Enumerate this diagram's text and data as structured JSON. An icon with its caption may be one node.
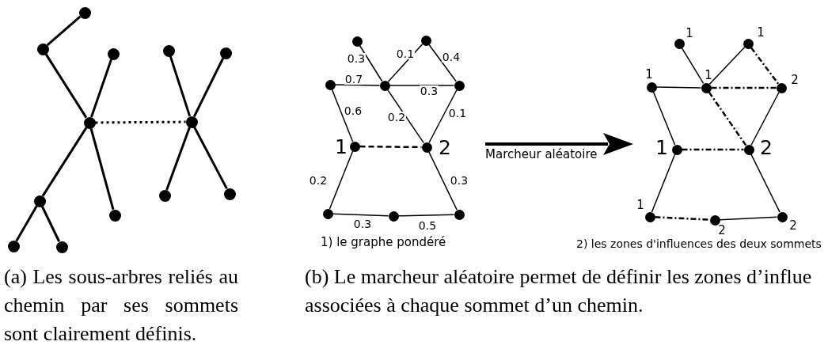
{
  "diagram": {
    "nodes": [
      {
        "text": [],
        "shape": "circle"
      },
      {
        "text": [],
        "shape": "circle"
      },
      {
        "text": [],
        "shape": "circle"
      },
      {
        "text": [],
        "shape": "circle"
      },
      {
        "text": [],
        "shape": "circle"
      },
      {
        "text": [],
        "shape": "circle"
      },
      {
        "text": [],
        "shape": "circle"
      },
      {
        "text": [],
        "shape": "circle"
      },
      {
        "text": [],
        "shape": "circle"
      },
      {
        "text": [],
        "shape": "circle"
      },
      {
        "text": [],
        "shape": "circle"
      },
      {
        "text": [],
        "shape": "circle"
      },
      {
        "text": [],
        "shape": "circle"
      },
      {
        "text": [],
        "shape": "circle"
      },
      {
        "text": [],
        "shape": "circle"
      },
      {
        "text": [],
        "shape": "circle"
      },
      {
        "text": [],
        "shape": "circle"
      },
      {
        "text": [],
        "shape": "circle"
      },
      {
        "text": [],
        "shape": "circle",
        "beside": [
          "1"
        ]
      },
      {
        "text": [],
        "shape": "circle",
        "beside": [
          "2"
        ]
      },
      {
        "text": [],
        "shape": "circle"
      },
      {
        "text": [],
        "shape": "circle"
      },
      {
        "text": [],
        "shape": "circle"
      },
      {
        "text": [],
        "shape": "circle",
        "beside": [
          "1"
        ]
      },
      {
        "text": [],
        "shape": "circle",
        "beside": [
          "1"
        ]
      },
      {
        "text": [],
        "shape": "circle",
        "beside": [
          "1"
        ]
      },
      {
        "text": [],
        "shape": "circle",
        "beside": [
          "1"
        ]
      },
      {
        "text": [],
        "shape": "circle",
        "beside": [
          "2"
        ]
      },
      {
        "text": [],
        "shape": "circle",
        "beside": [
          "1"
        ]
      },
      {
        "text": [],
        "shape": "circle",
        "beside": [
          "2"
        ]
      },
      {
        "text": [],
        "shape": "circle",
        "beside": [
          "1"
        ]
      },
      {
        "text": [],
        "shape": "circle",
        "beside": [
          "2"
        ]
      },
      {
        "text": [],
        "shape": "circle",
        "beside": [
          "2"
        ]
      }
    ],
    "edges": [
      {
        "from": 0,
        "to": 1,
        "arrow": "none"
      },
      {
        "from": 1,
        "to": 3,
        "arrow": "none"
      },
      {
        "from": 2,
        "to": 3,
        "arrow": "none"
      },
      {
        "from": 3,
        "to": 4,
        "arrow": "none"
      },
      {
        "from": 3,
        "to": 5,
        "arrow": "none"
      },
      {
        "from": 5,
        "to": 6,
        "arrow": "none"
      },
      {
        "from": 5,
        "to": 7,
        "arrow": "none"
      },
      {
        "from": 3,
        "to": 10,
        "arrow": "none",
        "style": "dashed"
      },
      {
        "from": 8,
        "to": 10,
        "arrow": "none"
      },
      {
        "from": 9,
        "to": 10,
        "arrow": "none"
      },
      {
        "from": 10,
        "to": 11,
        "arrow": "none"
      },
      {
        "from": 10,
        "to": 12,
        "arrow": "none"
      },
      {
        "from": 13,
        "to": 16,
        "arrow": "none",
        "label": "0.3"
      },
      {
        "from": 16,
        "to": 14,
        "arrow": "none",
        "label": "0.1"
      },
      {
        "from": 14,
        "to": 17,
        "arrow": "none",
        "label": "0.4"
      },
      {
        "from": 15,
        "to": 16,
        "arrow": "none",
        "label": "0.7"
      },
      {
        "from": 16,
        "to": 17,
        "arrow": "none",
        "label": "0.3"
      },
      {
        "from": 15,
        "to": 18,
        "arrow": "none",
        "label": "0.6"
      },
      {
        "from": 16,
        "to": 19,
        "arrow": "none",
        "label": "0.2"
      },
      {
        "from": 17,
        "to": 19,
        "arrow": "none",
        "label": "0.1"
      },
      {
        "from": 18,
        "to": 19,
        "arrow": "none",
        "style": "dashed"
      },
      {
        "from": 18,
        "to": 20,
        "arrow": "none",
        "label": "0.2"
      },
      {
        "from": 19,
        "to": 22,
        "arrow": "none",
        "label": "0.3"
      },
      {
        "from": 20,
        "to": 21,
        "arrow": "none",
        "label": "0.3"
      },
      {
        "from": 21,
        "to": 22,
        "arrow": "none",
        "label": "0.5"
      },
      {
        "from": 23,
        "to": 26,
        "arrow": "none"
      },
      {
        "from": 26,
        "to": 24,
        "arrow": "none"
      },
      {
        "from": 24,
        "to": 27,
        "arrow": "none",
        "style": "dashed"
      },
      {
        "from": 25,
        "to": 26,
        "arrow": "none"
      },
      {
        "from": 26,
        "to": 27,
        "arrow": "none",
        "style": "dashed"
      },
      {
        "from": 25,
        "to": 28,
        "arrow": "none"
      },
      {
        "from": 26,
        "to": 29,
        "arrow": "none",
        "style": "dashed"
      },
      {
        "from": 27,
        "to": 29,
        "arrow": "none"
      },
      {
        "from": 28,
        "to": 29,
        "arrow": "none",
        "style": "dashed"
      },
      {
        "from": 28,
        "to": 30,
        "arrow": "none"
      },
      {
        "from": 29,
        "to": 32,
        "arrow": "none"
      },
      {
        "from": 30,
        "to": 31,
        "arrow": "none",
        "style": "dashed"
      },
      {
        "from": 31,
        "to": 32,
        "arrow": "none"
      }
    ],
    "labels": [
      "Marcheur aléatoire",
      "1) le graphe pondéré",
      "2) les zones d'influences des deux sommets",
      "(a) Les sous-arbres reliés au chemin par ses sommets sont clairement définis.",
      "(b) Le marcheur aléatoire permet de définir les zones d’influe associées à chaque sommet d’un chemin."
    ]
  }
}
